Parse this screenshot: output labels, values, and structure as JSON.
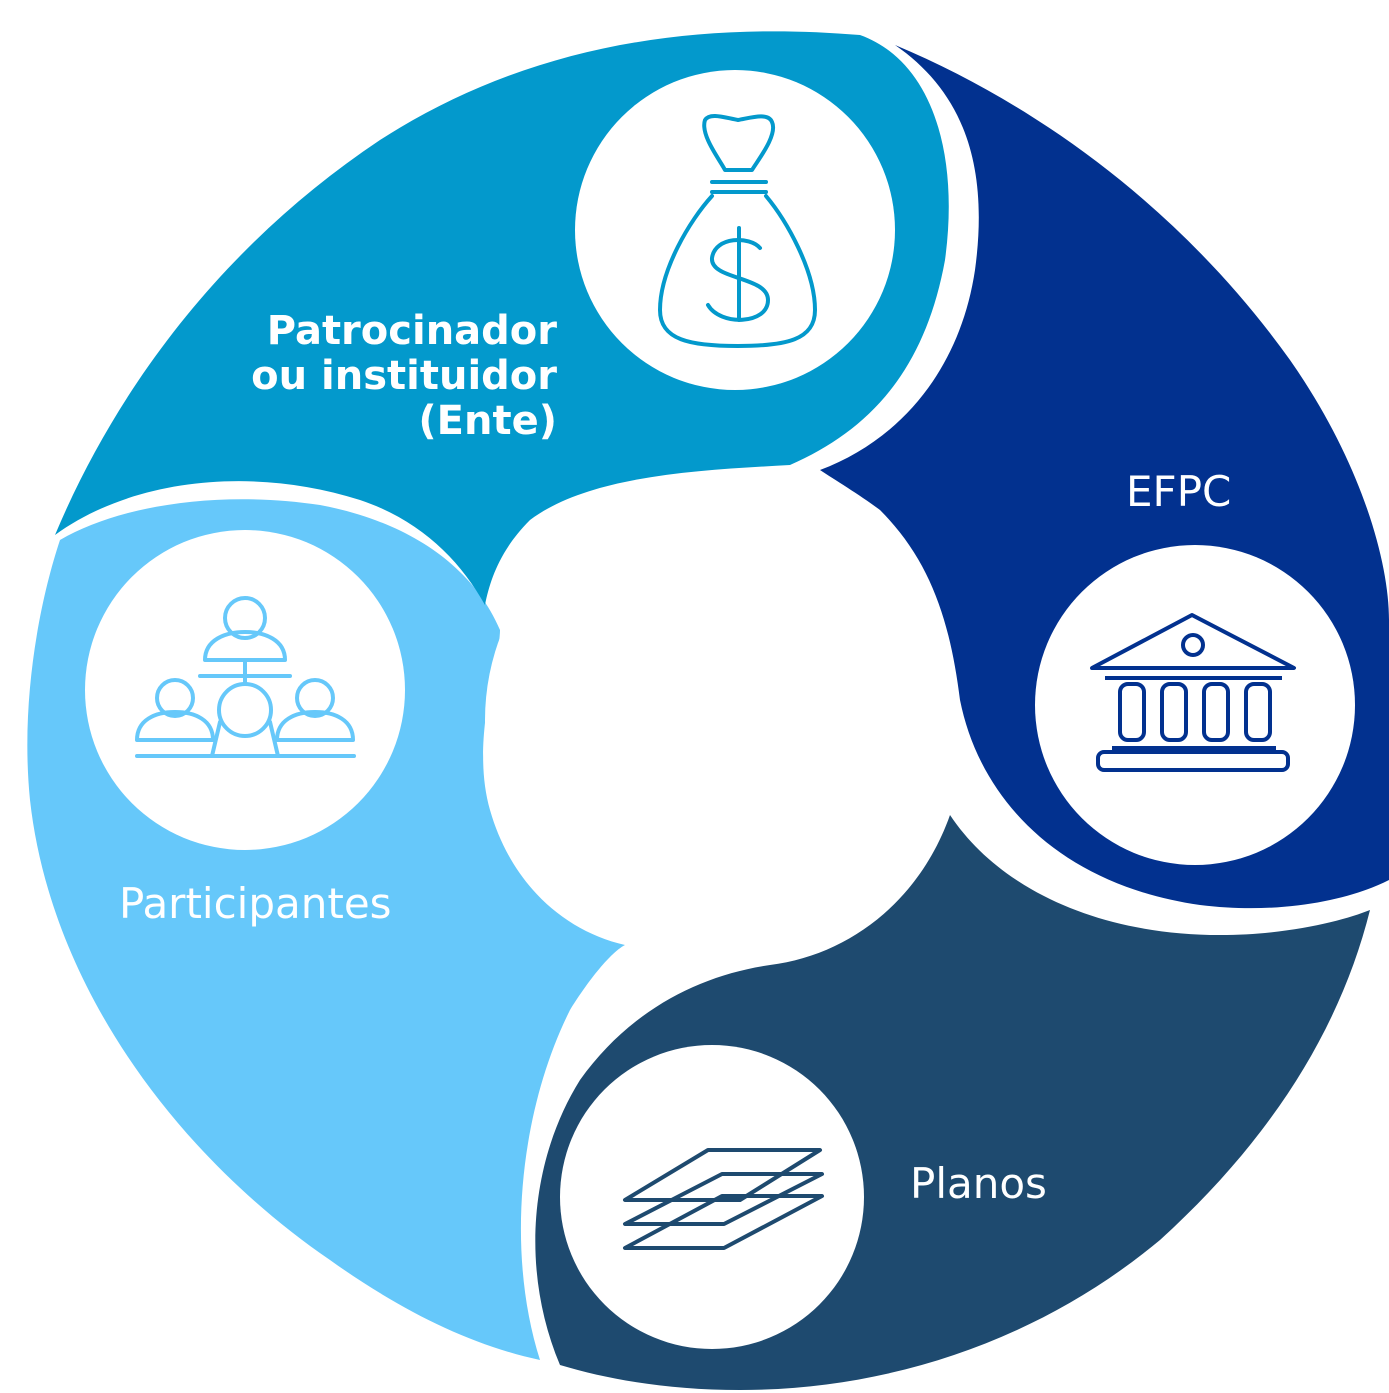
{
  "diagram": {
    "segments": [
      {
        "id": "patrocinador",
        "label_lines": [
          "Patrocinador",
          "ou instituidor",
          "(Ente)"
        ],
        "color": "#0399cc",
        "icon": "money-bag-icon"
      },
      {
        "id": "efpc",
        "label_lines": [
          "EFPC"
        ],
        "color": "#02318f",
        "icon": "bank-building-icon"
      },
      {
        "id": "planos",
        "label_lines": [
          "Planos"
        ],
        "color": "#1e4a6f",
        "icon": "stacked-layers-icon"
      },
      {
        "id": "participantes",
        "label_lines": [
          "Participantes"
        ],
        "color": "#66c8fa",
        "icon": "people-network-icon"
      }
    ],
    "center_color": "#ffffff",
    "icon_circle_color": "#ffffff"
  }
}
